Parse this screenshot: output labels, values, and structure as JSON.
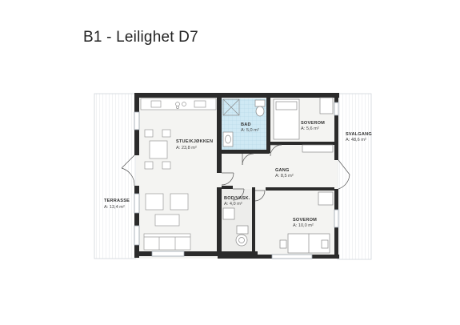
{
  "title": "B1 - Leilighet D7",
  "rooms": {
    "stue": {
      "name": "STUE/KJØKKEN",
      "area": "A: 23,8 m²"
    },
    "bad": {
      "name": "BAD",
      "area": "A: 5,0 m²"
    },
    "soverom1": {
      "name": "SOVEROM",
      "area": "A: 5,6 m²"
    },
    "gang": {
      "name": "GANG",
      "area": "A: 8,5 m²"
    },
    "svalgang": {
      "name": "SVALGANG",
      "area": "A: 48,6 m²"
    },
    "terrasse": {
      "name": "TERRASSE",
      "area": "A: 13,4 m²"
    },
    "bod": {
      "name": "BOD/VASK.",
      "area": "A: 4,0 m²"
    },
    "soverom2": {
      "name": "SOVEROM",
      "area": "A: 10,0 m²"
    }
  },
  "colors": {
    "wall": "#2b2b2b",
    "floor": "#f3f3f1",
    "bathroom_tile": "#c9e6f2",
    "terrace_hatch": "#d8dde3",
    "furniture": "#bfbfbf"
  }
}
